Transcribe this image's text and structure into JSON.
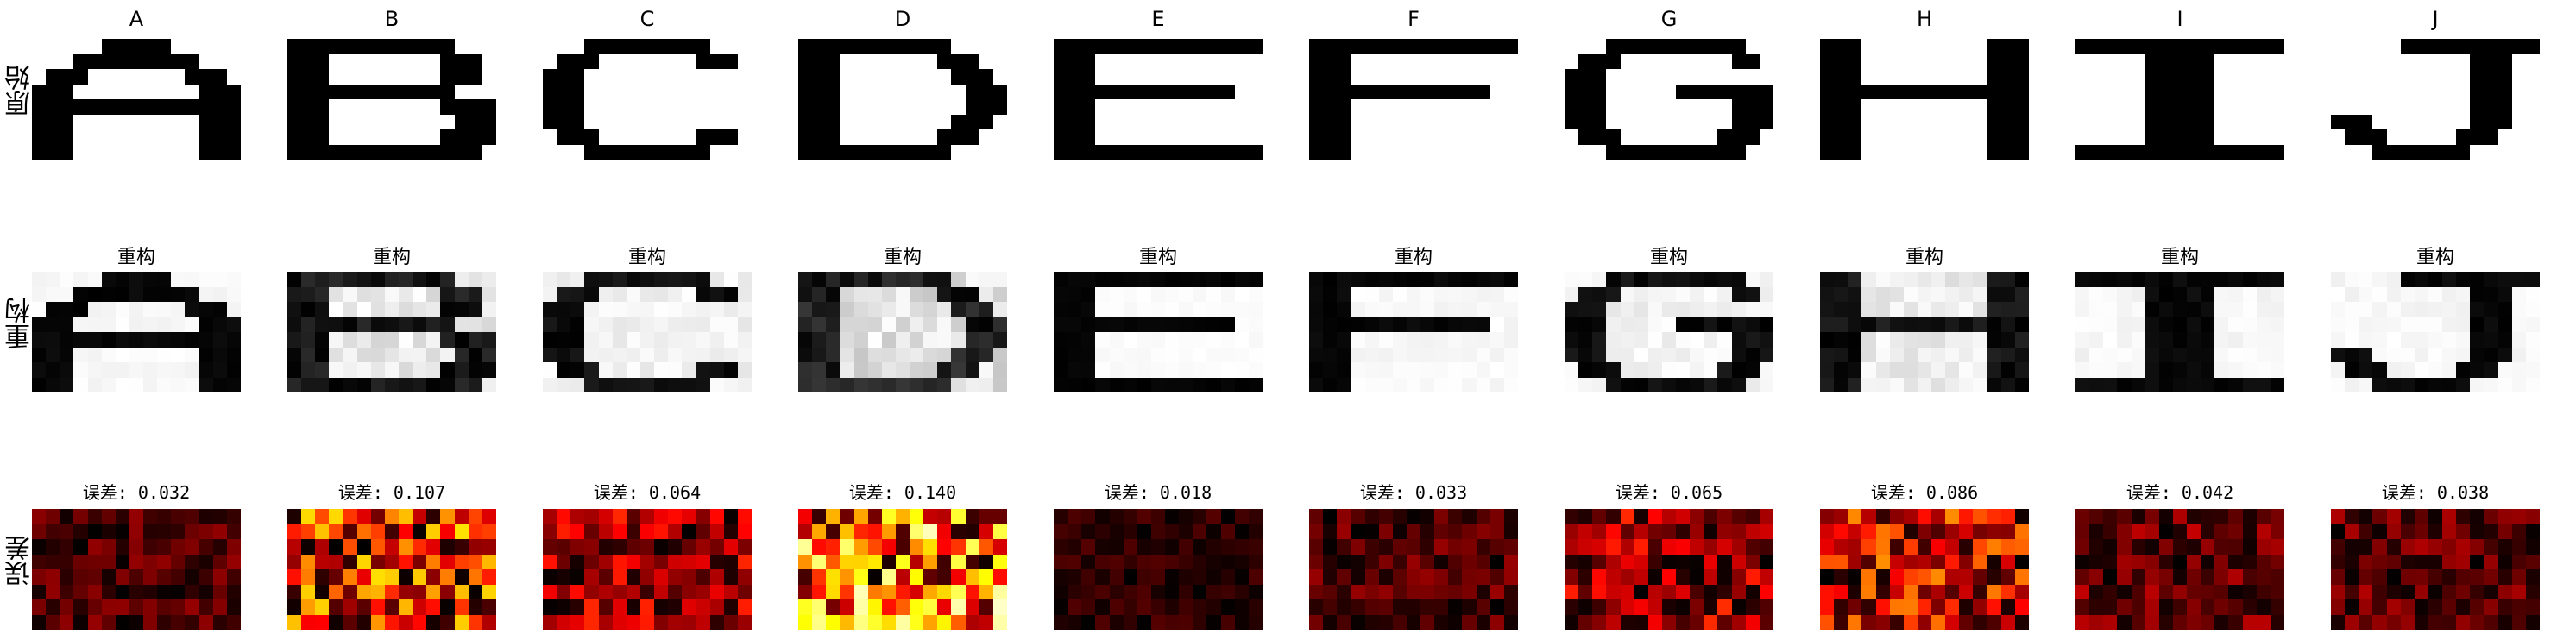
{
  "chart_data": {
    "type": "heatmap",
    "grid": {
      "rows": 8,
      "cols": 15
    },
    "row_labels": [
      "原始",
      "重构",
      "误差"
    ],
    "columns": [
      {
        "title": "A",
        "recon_title": "重构",
        "error_title": "误差: 0.032",
        "error": 0.032
      },
      {
        "title": "B",
        "recon_title": "重构",
        "error_title": "误差: 0.107",
        "error": 0.107
      },
      {
        "title": "C",
        "recon_title": "重构",
        "error_title": "误差: 0.064",
        "error": 0.064
      },
      {
        "title": "D",
        "recon_title": "重构",
        "error_title": "误差: 0.140",
        "error": 0.14
      },
      {
        "title": "E",
        "recon_title": "重构",
        "error_title": "误差: 0.018",
        "error": 0.018
      },
      {
        "title": "F",
        "recon_title": "重构",
        "error_title": "误差: 0.033",
        "error": 0.033
      },
      {
        "title": "G",
        "recon_title": "重构",
        "error_title": "误差: 0.065",
        "error": 0.065
      },
      {
        "title": "H",
        "recon_title": "重构",
        "error_title": "误差: 0.086",
        "error": 0.086
      },
      {
        "title": "I",
        "recon_title": "重构",
        "error_title": "误差: 0.042",
        "error": 0.042
      },
      {
        "title": "J",
        "recon_title": "重构",
        "error_title": "误差: 0.038",
        "error": 0.038
      }
    ],
    "original_patterns": [
      [
        "000001111100000",
        "000111111111000",
        "011100000001110",
        "111000000000111",
        "111111111111111",
        "111000000000111",
        "111000000000111",
        "111000000000111"
      ],
      [
        "111111111111000",
        "111000000001110",
        "111000000001110",
        "111111111111000",
        "111000000001111",
        "111000000000111",
        "111000000001111",
        "111111111111110"
      ],
      [
        "000111111111000",
        "011100000001110",
        "111000000000000",
        "111000000000000",
        "111000000000000",
        "111000000000000",
        "011100000001110",
        "000111111111000"
      ],
      [
        "111111111110000",
        "111000000011100",
        "111000000001110",
        "111000000000111",
        "111000000000111",
        "111000000001110",
        "111000000011100",
        "111111111110000"
      ],
      [
        "111111111111111",
        "111000000000000",
        "111000000000000",
        "111111111111100",
        "111000000000000",
        "111000000000000",
        "111000000000000",
        "111111111111111"
      ],
      [
        "111111111111111",
        "111000000000000",
        "111000000000000",
        "111111111111100",
        "111000000000000",
        "111000000000000",
        "111000000000000",
        "111000000000000"
      ],
      [
        "000111111111100",
        "011100000000110",
        "111000000000000",
        "111000001111111",
        "111000000000111",
        "111000000000111",
        "011100000001110",
        "000111111111100"
      ],
      [
        "111000000000111",
        "111000000000111",
        "111000000000111",
        "111111111111111",
        "111000000000111",
        "111000000000111",
        "111000000000111",
        "111000000000111"
      ],
      [
        "111111111111111",
        "000001111100000",
        "000001111100000",
        "000001111100000",
        "000001111100000",
        "000001111100000",
        "000001111100000",
        "111111111111111"
      ],
      [
        "000001111111111",
        "000000000011100",
        "000000000011100",
        "000000000011100",
        "000000000011100",
        "111000000011100",
        "011100000111000",
        "000111111100000"
      ]
    ],
    "colormaps": {
      "original": "gray_r",
      "reconstruction": "gray_r",
      "error": "hot"
    }
  }
}
